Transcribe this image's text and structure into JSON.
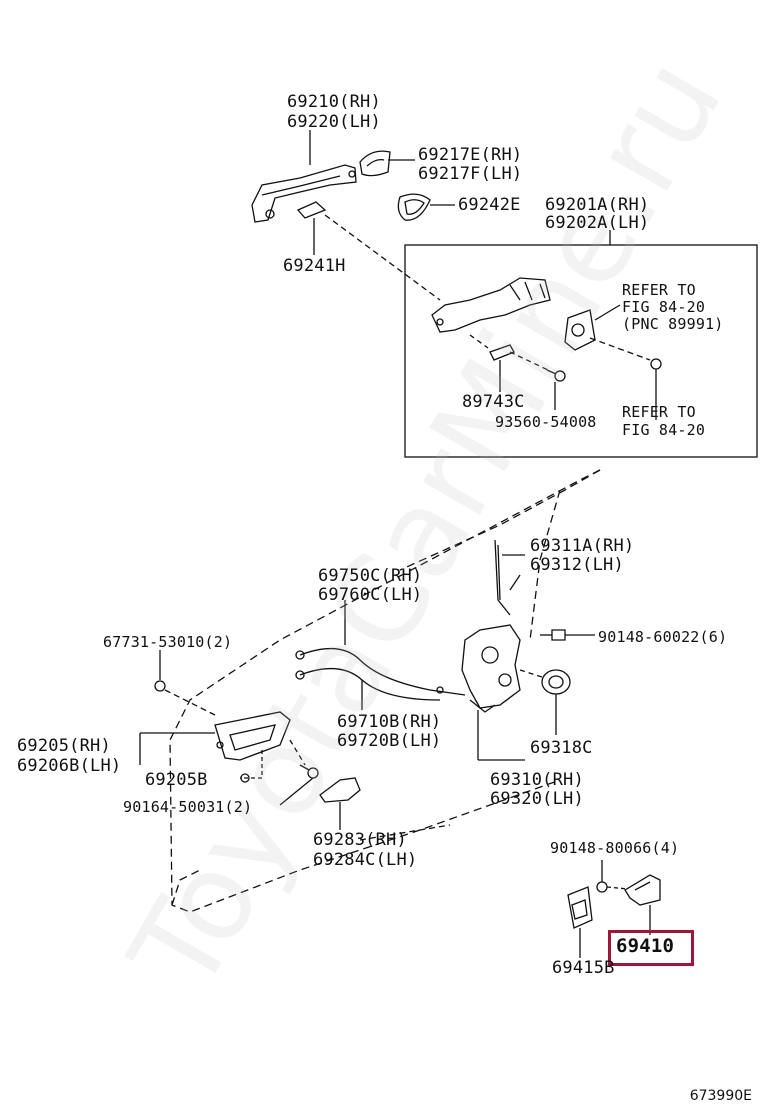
{
  "watermark": "ToyotaCarMine.ru",
  "figure_id": "673990E",
  "highlight_color": "#a0163a",
  "labels": {
    "handle_out": [
      "69210(RH)",
      "69220(LH)"
    ],
    "cap": [
      "69217E(RH)",
      "69217F(LH)"
    ],
    "pad_e": "69242E",
    "frame": [
      "69201A(RH)",
      "69202A(LH)"
    ],
    "pad_h": "69241H",
    "refer1": [
      "REFER TO",
      "FIG 84-20",
      "(PNC 89991)"
    ],
    "clip": "89743C",
    "screw": "93560-54008",
    "refer2": [
      "REFER TO",
      "FIG 84-20"
    ],
    "rod": [
      "69311A(RH)",
      "69312(LH)"
    ],
    "cable_in": [
      "69750C(RH)",
      "69760C(LH)"
    ],
    "plug": "67731-53010(2)",
    "bolt_lock": "90148-60022(6)",
    "cable_lock": [
      "69710B(RH)",
      "69720B(LH)"
    ],
    "inside_handle": [
      "69205(RH)",
      "69206B(LH)"
    ],
    "bezel": "69205B",
    "screw_in": "90164-50031(2)",
    "grommet": "69318C",
    "lock_assy": [
      "69310(RH)",
      "69320(LH)"
    ],
    "cover": [
      "69283(RH)",
      "69284C(LH)"
    ],
    "striker_bolt": "90148-80066(4)",
    "striker": "69410",
    "plate": "69415B"
  }
}
